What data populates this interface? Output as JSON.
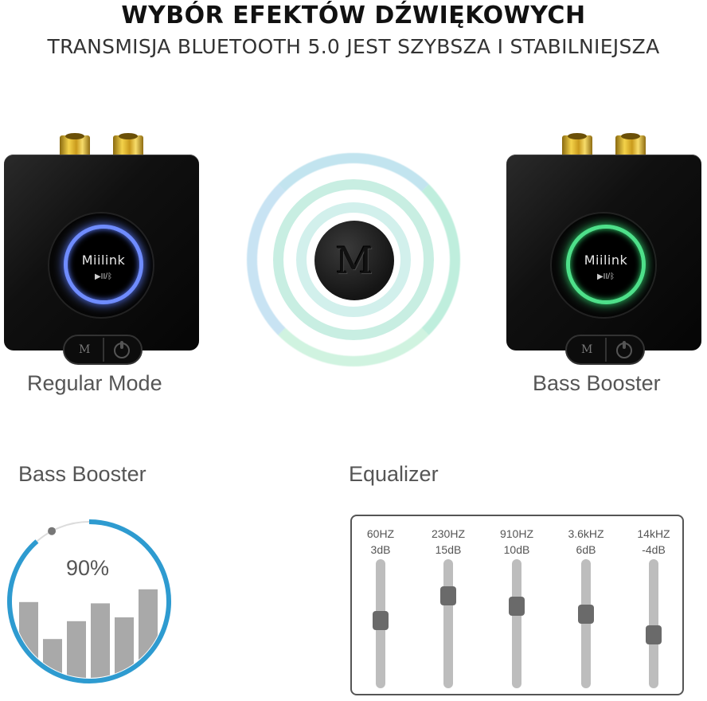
{
  "header": {
    "title": "WYBÓR EFEKTÓW DŹWIĘKOWYCH",
    "subtitle": "TRANSMISJA BLUETOOTH 5.0 JEST SZYBSZA I STABILNIEJSZA"
  },
  "devices": {
    "left": {
      "brand": "Miilink",
      "controls": "▶II/ᛒ",
      "button_m": "M",
      "mode_label": "Regular Mode",
      "ring_color": "#6f8cff"
    },
    "right": {
      "brand": "Miilink",
      "controls": "▶II/ᛒ",
      "button_m": "M",
      "mode_label": "Bass Booster",
      "ring_color": "#4ee08a"
    }
  },
  "center": {
    "letter": "M"
  },
  "bass_section": {
    "label": "Bass Booster",
    "value_text": "90%",
    "level": 0.9,
    "bars": [
      0.62,
      0.33,
      0.47,
      0.61,
      0.5,
      0.72
    ],
    "accent": "#2e9bd0"
  },
  "eq_section": {
    "label": "Equalizer",
    "bands": [
      {
        "freq": "60HZ",
        "gain": "3dB",
        "gain_db": 3
      },
      {
        "freq": "230HZ",
        "gain": "15dB",
        "gain_db": 15
      },
      {
        "freq": "910HZ",
        "gain": "10dB",
        "gain_db": 10
      },
      {
        "freq": "3.6kHZ",
        "gain": "6dB",
        "gain_db": 6
      },
      {
        "freq": "14kHZ",
        "gain": "-4dB",
        "gain_db": -4
      }
    ]
  }
}
